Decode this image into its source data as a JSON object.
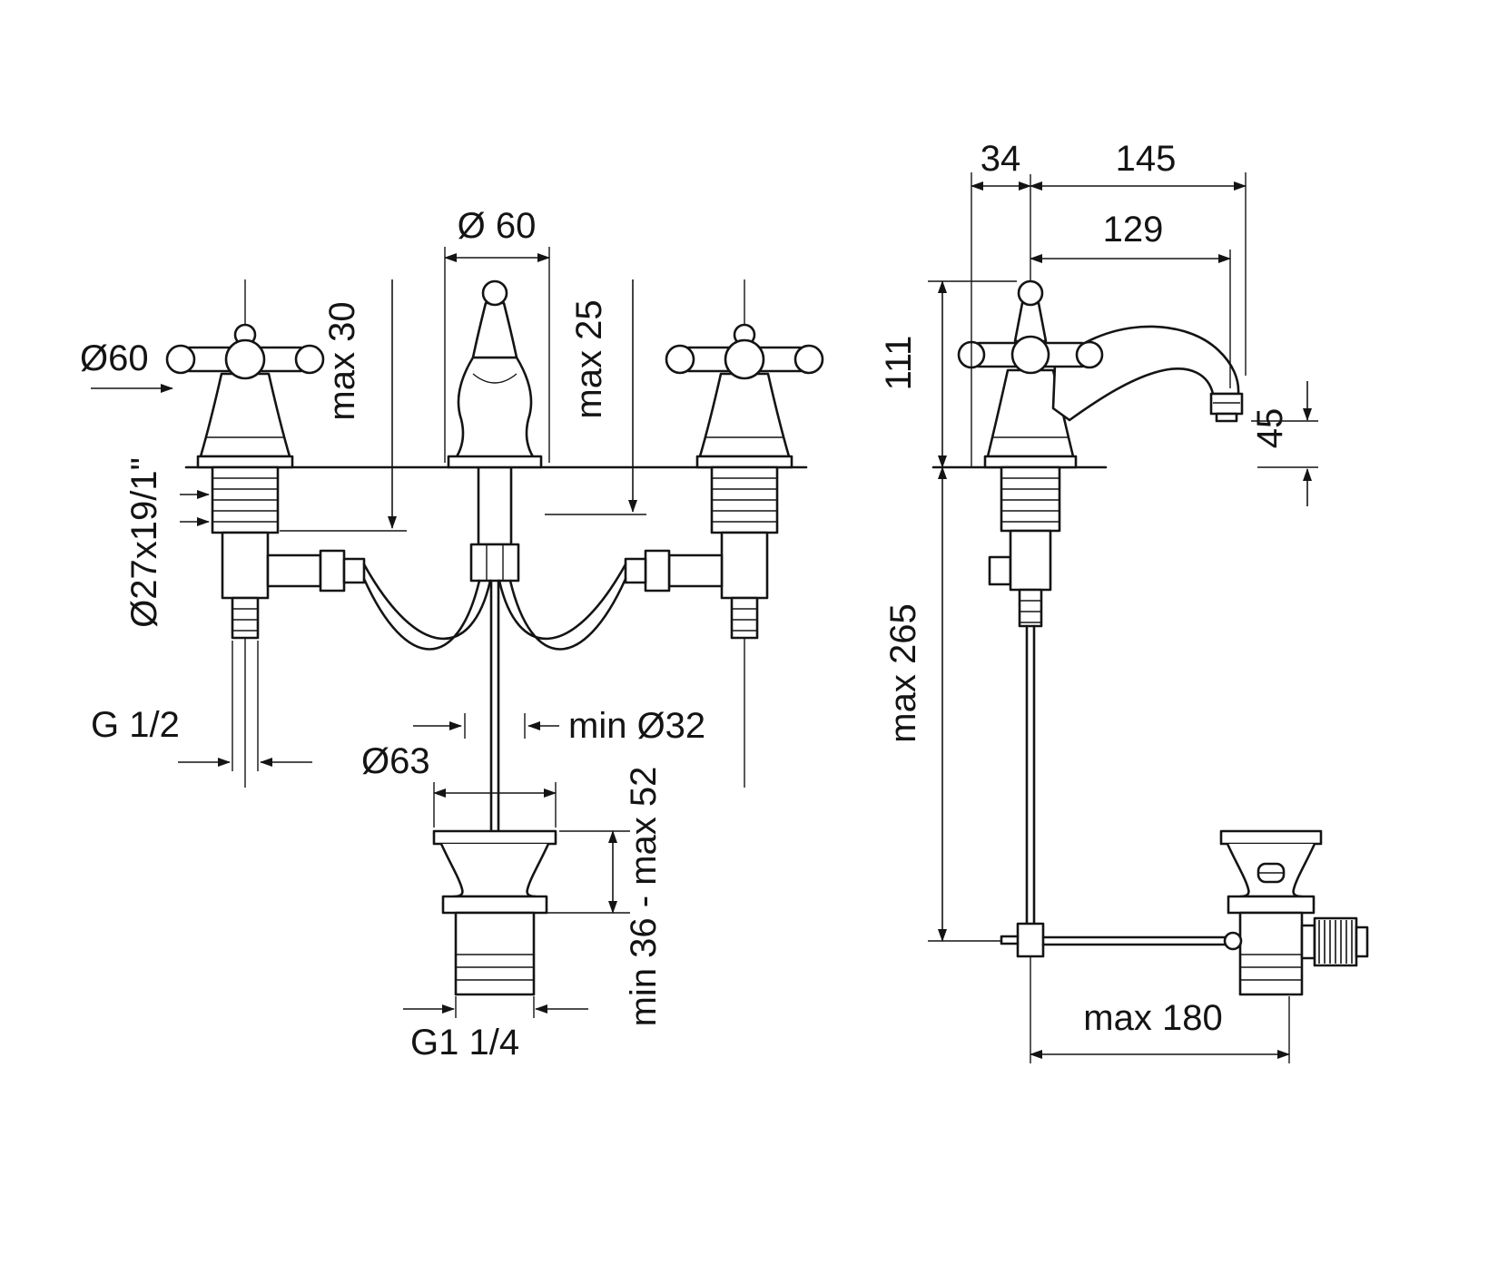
{
  "canvas": {
    "background": "#ffffff",
    "line_color": "#141414"
  },
  "diagram": {
    "type": "technical-drawing",
    "labels": {
      "front": {
        "handle_diameter": "Ø60",
        "max_deck_thickness_valve": "max 30",
        "spout_base_diameter": "Ø 60",
        "max_deck_thickness_spout": "max 25",
        "valve_shank_thread": "Ø27x19/1\"",
        "supply_connection": "G 1/2",
        "waste_flange_diameter": "Ø63",
        "min_hole_diameter": "min Ø32",
        "clamping_range": "min 36 - max 52",
        "waste_thread": "G1 1/4"
      },
      "side": {
        "handle_offset": "34",
        "spout_reach": "145",
        "aerator_offset": "129",
        "height_above_deck": "111",
        "outlet_height": "45",
        "rod_length_max": "max 265",
        "linkage_reach_max": "max 180"
      }
    }
  }
}
